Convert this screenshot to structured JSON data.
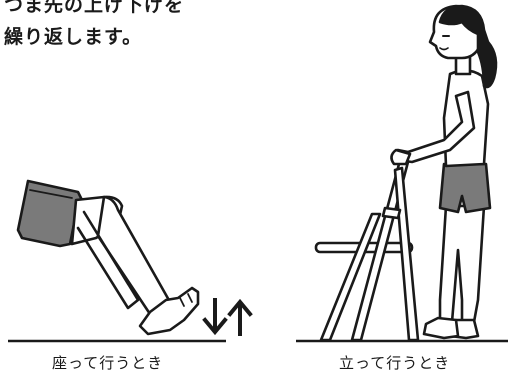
{
  "instruction": {
    "line1": "つま先の上げ下げを",
    "line2": "繰り返します。"
  },
  "panels": [
    {
      "caption": "座って行うとき"
    },
    {
      "caption": "立って行うとき"
    }
  ],
  "icons": {
    "movement": [
      "arrow-down-icon",
      "arrow-up-icon"
    ]
  },
  "colors": {
    "line": "#1a1a1a",
    "shorts": "#7a7a7a",
    "skin": "#ffffff"
  }
}
